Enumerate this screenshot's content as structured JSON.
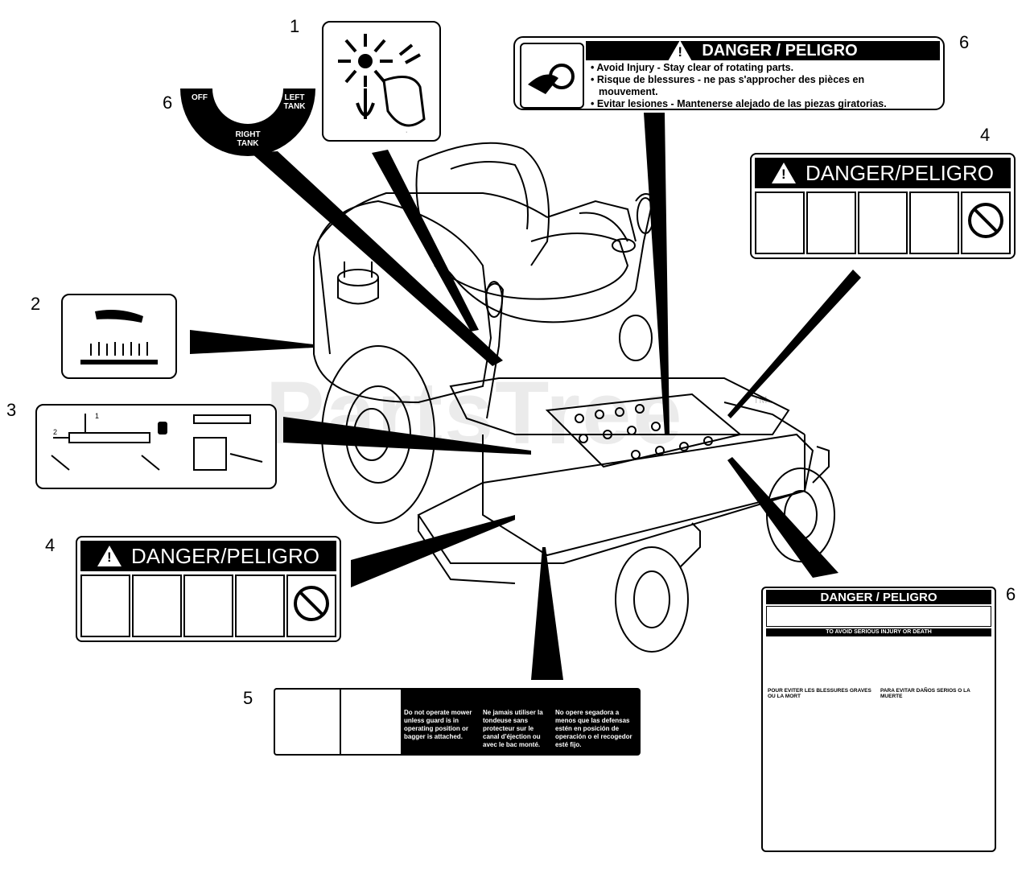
{
  "callouts": [
    "1",
    "2",
    "3",
    "4",
    "4",
    "5",
    "6",
    "6",
    "6"
  ],
  "fuel_decal": {
    "off": "OFF",
    "left_tank": "LEFT TANK",
    "right_tank": "RIGHT TANK"
  },
  "decal_6_top": {
    "title": "DANGER / PELIGRO",
    "lines": [
      "• Avoid Injury - Stay clear of rotating parts.",
      "• Risque de blessures - ne pas s'approcher des pièces en",
      "mouvement.",
      "• Evitar lesiones - Mantenerse alejado de las piezas giratorias."
    ]
  },
  "decal_4_title": "DANGER/PELIGRO",
  "decal_6_bottom": {
    "title": "DANGER / PELIGRO",
    "heading_en": "TO AVOID SERIOUS INJURY OR DEATH",
    "heading_fr": "POUR EVITER LES BLESSURES GRAVES OU LA MORT",
    "heading_es": "PARA EVITAR DAÑOS SERIOS O LA MUERTE"
  },
  "decal_5": {
    "col1": "Do not operate mower unless guard is in operating position or bagger is attached.",
    "col2": "Ne jamais utiliser la tondeuse sans protecteur sur le canal d'éjection ou avec le bac monté.",
    "col3": "No opere segadora a menos que las defensas estén en posición de operación o el recogedor esté fijo."
  },
  "watermark": "PartsTree",
  "trademark": "TM"
}
